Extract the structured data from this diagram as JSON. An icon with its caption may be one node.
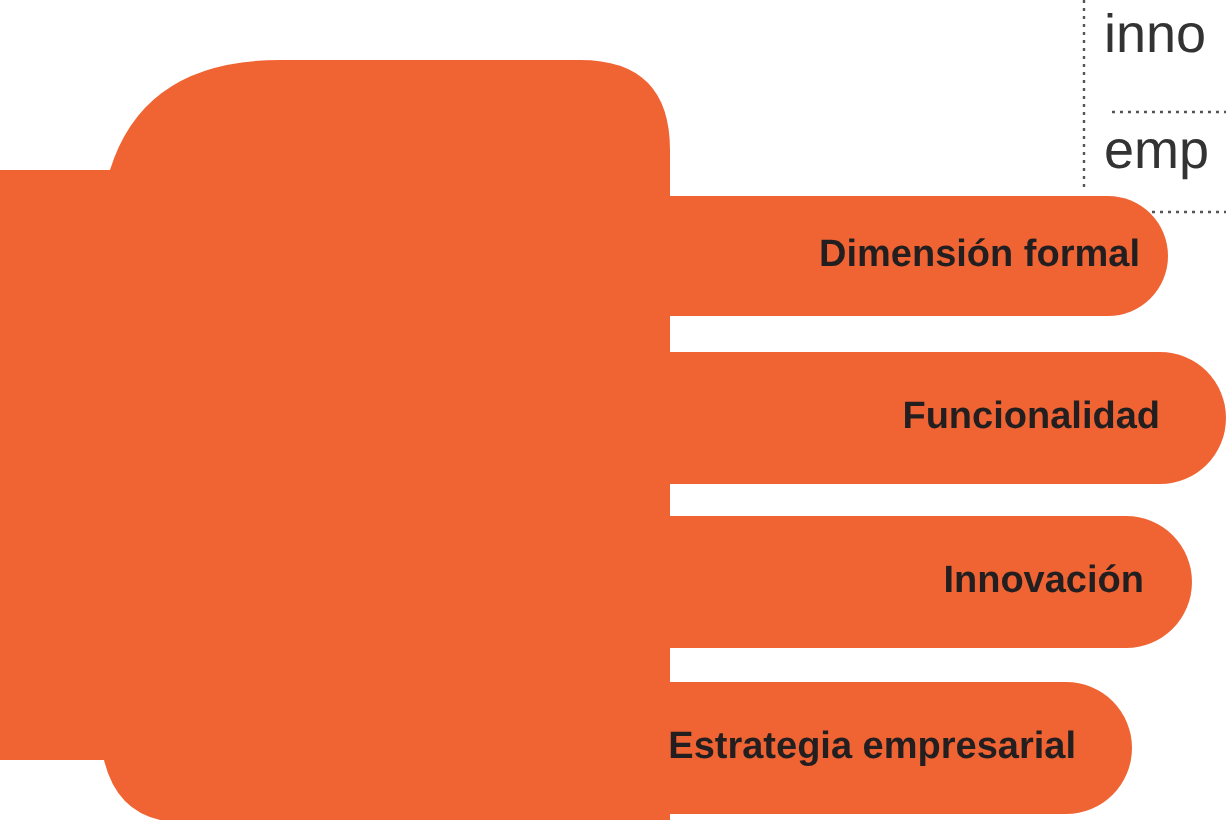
{
  "diagram": {
    "nodes": [
      {
        "text": [
          "Dimensión formal"
        ]
      },
      {
        "text": [
          "Funcionalidad"
        ]
      },
      {
        "text": [
          "Innovación"
        ]
      },
      {
        "text": [
          "Estrategia empresarial"
        ]
      }
    ],
    "labels": [
      "inno",
      "emp"
    ]
  }
}
